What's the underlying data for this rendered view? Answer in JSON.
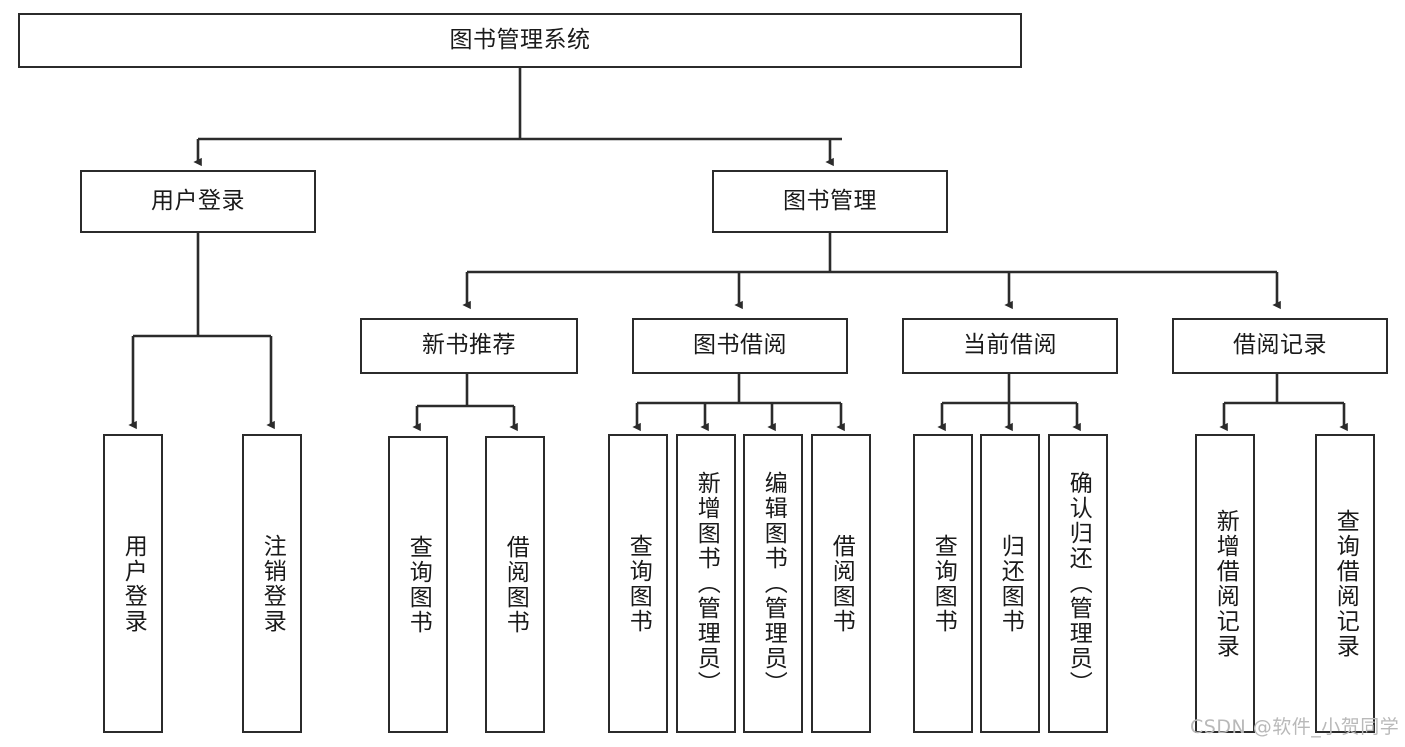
{
  "diagram": {
    "title": "图书管理系统",
    "type": "tree-hierarchy-diagram",
    "colors": {
      "stroke": "#2b2b2b",
      "fill": "#ffffff",
      "text": "#1a1a1a",
      "watermark": "#b9b9b9"
    },
    "nodes": {
      "root": {
        "label": "图书管理系统"
      },
      "level2": [
        {
          "id": "user-login",
          "label": "用户登录"
        },
        {
          "id": "book-manage",
          "label": "图书管理"
        }
      ],
      "level3": [
        {
          "id": "new-book-recommend",
          "label": "新书推荐"
        },
        {
          "id": "book-borrow",
          "label": "图书借阅"
        },
        {
          "id": "current-borrow",
          "label": "当前借阅"
        },
        {
          "id": "borrow-record",
          "label": "借阅记录"
        }
      ],
      "leaves": {
        "user-login": [
          {
            "id": "leaf-user-login",
            "label": "用户登录"
          },
          {
            "id": "leaf-logout-login",
            "label": "注销登录"
          }
        ],
        "new-book-recommend": [
          {
            "id": "leaf-query-book-1",
            "label": "查询图书"
          },
          {
            "id": "leaf-borrow-book-1",
            "label": "借阅图书"
          }
        ],
        "book-borrow": [
          {
            "id": "leaf-query-book-2",
            "label": "查询图书"
          },
          {
            "id": "leaf-add-book",
            "label": "新增图书（管理员）"
          },
          {
            "id": "leaf-edit-book",
            "label": "编辑图书（管理员）"
          },
          {
            "id": "leaf-borrow-book-2",
            "label": "借阅图书"
          }
        ],
        "current-borrow": [
          {
            "id": "leaf-query-book-3",
            "label": "查询图书"
          },
          {
            "id": "leaf-return-book",
            "label": "归还图书"
          },
          {
            "id": "leaf-confirm-return",
            "label": "确认归还（管理员）"
          }
        ],
        "borrow-record": [
          {
            "id": "leaf-add-record",
            "label": "新增借阅记录"
          },
          {
            "id": "leaf-query-record",
            "label": "查询借阅记录"
          }
        ]
      }
    },
    "watermark": "CSDN @软件_小贺同学"
  }
}
